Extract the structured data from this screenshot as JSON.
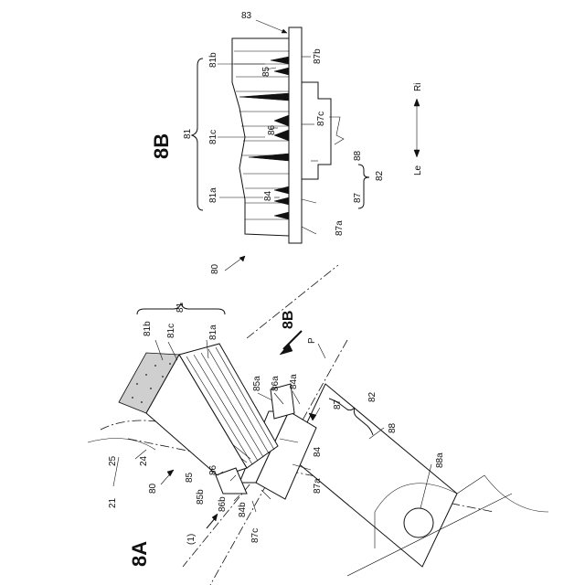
{
  "figure_labels": {
    "fig_a": "8A",
    "fig_b": "8B",
    "section_arrow": "8B"
  },
  "direction": {
    "left": "Le",
    "right": "Ri"
  },
  "labels_a": {
    "l81": "81",
    "l81a": "81a",
    "l81b": "81b",
    "l81c": "81c",
    "l82": "82",
    "l84": "84",
    "l84a": "84a",
    "l84b": "84b",
    "l85": "85",
    "l85a": "85a",
    "l85b": "85b",
    "l86": "86",
    "l86a": "86a",
    "l86b": "86b",
    "l87": "87",
    "l87a": "87a",
    "l87c": "87c",
    "l88": "88",
    "l88a": "88a",
    "l80": "80",
    "l21": "21",
    "l24": "24",
    "l25": "25",
    "lP": "P",
    "l1": "(1)"
  },
  "labels_b": {
    "l83": "83",
    "l81b": "81b",
    "l85": "85",
    "l87b": "87b",
    "l81": "81",
    "l81c": "81c",
    "l86": "86",
    "l87c": "87c",
    "l88": "88",
    "l82": "82",
    "l81a": "81a",
    "l84": "84",
    "l87": "87",
    "l87a": "87a",
    "l80": "80"
  }
}
